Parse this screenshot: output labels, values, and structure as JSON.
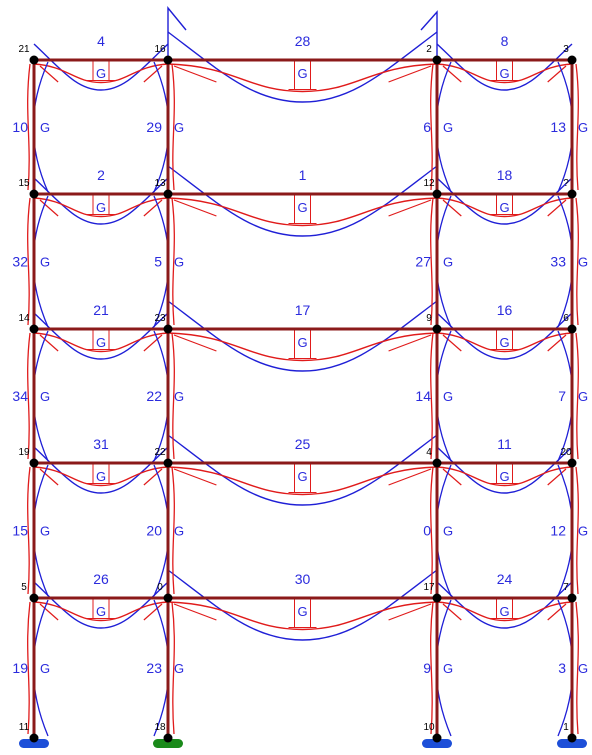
{
  "colors": {
    "background": "#ffffff",
    "member": "#8B1A1A",
    "node": "#000000",
    "diagram_blue": "#1f1fd6",
    "diagram_red": "#e01b1b",
    "label_blue": "#2b2bdd",
    "label_node": "#000000",
    "support_blue": "#1d4fd8",
    "support_green": "#1a8a1a"
  },
  "group_marker": "G",
  "nodes": [
    {
      "id": "21"
    },
    {
      "id": "16"
    },
    {
      "id": "2"
    },
    {
      "id": "3"
    },
    {
      "id": "15"
    },
    {
      "id": "13"
    },
    {
      "id": "12"
    },
    {
      "id": "?"
    },
    {
      "id": "14"
    },
    {
      "id": "23"
    },
    {
      "id": "9"
    },
    {
      "id": "6"
    },
    {
      "id": "19"
    },
    {
      "id": "22"
    },
    {
      "id": "4"
    },
    {
      "id": "20"
    },
    {
      "id": "5"
    },
    {
      "id": "0"
    },
    {
      "id": "17"
    },
    {
      "id": "7"
    },
    {
      "id": "11"
    },
    {
      "id": "18"
    },
    {
      "id": "10"
    },
    {
      "id": "1"
    }
  ],
  "beams": [
    {
      "label": "4"
    },
    {
      "label": "28"
    },
    {
      "label": "8"
    },
    {
      "label": "2"
    },
    {
      "label": "1"
    },
    {
      "label": "18"
    },
    {
      "label": "21"
    },
    {
      "label": "17"
    },
    {
      "label": "16"
    },
    {
      "label": "31"
    },
    {
      "label": "25"
    },
    {
      "label": "11"
    },
    {
      "label": "26"
    },
    {
      "label": "30"
    },
    {
      "label": "24"
    }
  ],
  "columns": [
    {
      "label": "10"
    },
    {
      "label": "29"
    },
    {
      "label": "6"
    },
    {
      "label": "13"
    },
    {
      "label": "32"
    },
    {
      "label": "5"
    },
    {
      "label": "27"
    },
    {
      "label": "33"
    },
    {
      "label": "34"
    },
    {
      "label": "22"
    },
    {
      "label": "14"
    },
    {
      "label": "7"
    },
    {
      "label": "15"
    },
    {
      "label": "20"
    },
    {
      "label": "0"
    },
    {
      "label": "12"
    },
    {
      "label": "19"
    },
    {
      "label": "23"
    },
    {
      "label": "9"
    },
    {
      "label": "3"
    }
  ],
  "supports": [
    {
      "node": "11",
      "color": "blue"
    },
    {
      "node": "18",
      "color": "green"
    },
    {
      "node": "10",
      "color": "blue"
    },
    {
      "node": "1",
      "color": "blue"
    }
  ]
}
